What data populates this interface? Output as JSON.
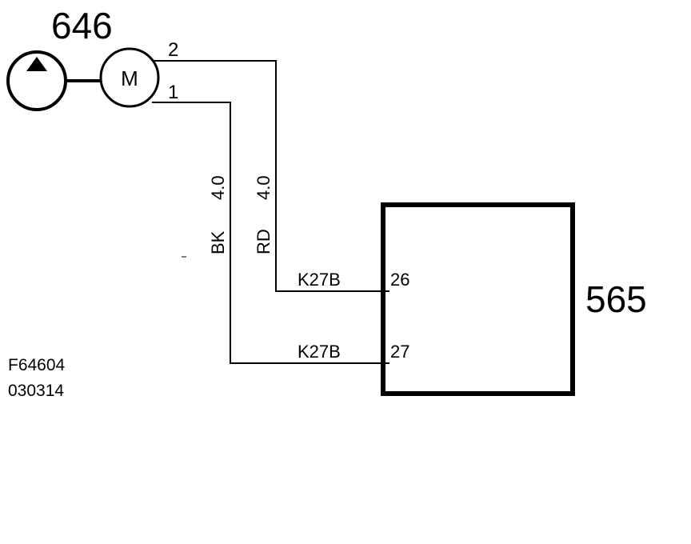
{
  "component_pump": {
    "id": "646",
    "motor_label": "M",
    "pump_icon": "pump-triangle-icon",
    "terminals": [
      "2",
      "1"
    ]
  },
  "component_module": {
    "id": "565",
    "pins": [
      {
        "connector": "K27B",
        "pin": "26"
      },
      {
        "connector": "K27B",
        "pin": "27"
      }
    ]
  },
  "wires": [
    {
      "color": "RD",
      "gauge": "4.0"
    },
    {
      "color": "BK",
      "gauge": "4.0"
    }
  ],
  "figure_code": "F64604",
  "figure_date": "030314"
}
